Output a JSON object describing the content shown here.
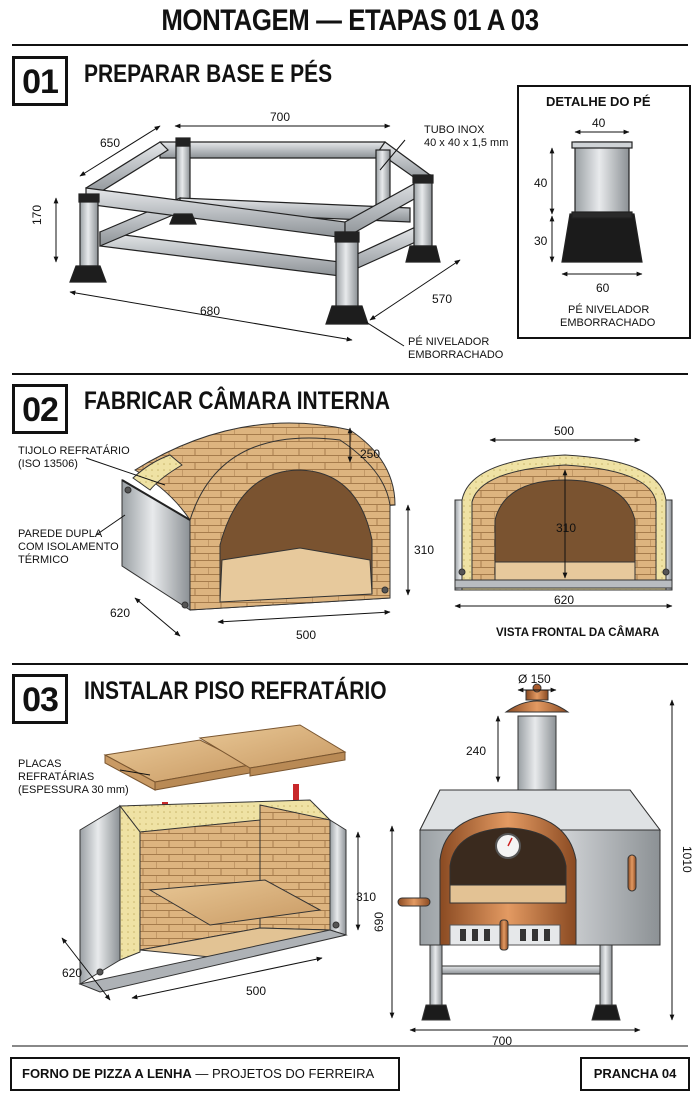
{
  "title": "MONTAGEM — ETAPAS 01 A 03",
  "step1": {
    "number": "01",
    "title": "PREPARAR BASE E PÉS",
    "dims": {
      "width": "700",
      "depth_left": "650",
      "height": "170",
      "length_front": "680",
      "depth_right": "570"
    },
    "tube_label_1": "TUBO INOX",
    "tube_label_2": "40 x 40 x 1,5 mm",
    "foot_label_1": "PÉ NIVELADOR",
    "foot_label_2": "EMBORRACHADO",
    "detail": {
      "title": "DETALHE DO PÉ",
      "dim_top": "40",
      "dim_upper": "40",
      "dim_lower": "30",
      "dim_bottom": "60",
      "label_1": "PÉ NIVELADOR",
      "label_2": "EMBORRACHADO"
    }
  },
  "step2": {
    "number": "02",
    "title": "FABRICAR CÂMARA INTERNA",
    "brick_label_1": "TIJOLO REFRATÁRIO",
    "brick_label_2": "(ISO 13506)",
    "wall_label_1": "PAREDE DUPLA",
    "wall_label_2": "COM ISOLAMENTO",
    "wall_label_3": "TÉRMICO",
    "dims": {
      "arch": "250",
      "height": "310",
      "depth": "620",
      "width": "500"
    },
    "front": {
      "width_top": "500",
      "height": "310",
      "width_bottom": "620",
      "caption": "VISTA FRONTAL DA CÂMARA"
    }
  },
  "step3": {
    "number": "03",
    "title": "INSTALAR PISO REFRATÁRIO",
    "plates_label_1": "PLACAS",
    "plates_label_2": "REFRATÁRIAS",
    "plates_label_3": "(ESPESSURA 30 mm)",
    "dims": {
      "height": "310",
      "depth": "620",
      "width": "500"
    },
    "oven": {
      "chimney_diam": "Ø 150",
      "chimney_h": "240",
      "total_h": "1010",
      "body_h": "690",
      "width": "700"
    }
  },
  "footer": {
    "left_bold": "FORNO DE PIZZA A LENHA",
    "left_rest": " — PROJETOS DO FERREIRA",
    "right": "PRANCHA 04"
  }
}
